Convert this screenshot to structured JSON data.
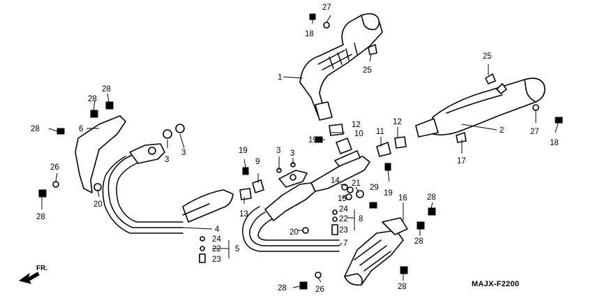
{
  "callouts": {
    "c1": "1",
    "c2": "2",
    "c3a": "3",
    "c3b": "3",
    "c3c": "3",
    "c3d": "3",
    "c4": "4",
    "c5": "5",
    "c6": "6",
    "c7": "7",
    "c8": "8",
    "c9": "9",
    "c10": "10",
    "c11": "11",
    "c12a": "12",
    "c12b": "12",
    "c13": "13",
    "c14": "14",
    "c15": "15",
    "c16": "16",
    "c17": "17",
    "c18a": "18",
    "c18b": "18",
    "c19a": "19",
    "c19b": "19",
    "c19c": "19",
    "c20a": "20",
    "c20b": "20",
    "c21": "21",
    "c22a": "22",
    "c22b": "22",
    "c23a": "23",
    "c23b": "23",
    "c24a": "24",
    "c24b": "24",
    "c25a": "25",
    "c25b": "25",
    "c26a": "26",
    "c26b": "26",
    "c27a": "27",
    "c27b": "27",
    "c28a": "28",
    "c28b": "28",
    "c28c": "28",
    "c28d": "28",
    "c28e": "28",
    "c28f": "28",
    "c28g": "28",
    "c28h": "28",
    "c29": "29"
  },
  "diagram_code": "MAJX-F2200",
  "front_arrow_label": "FR."
}
